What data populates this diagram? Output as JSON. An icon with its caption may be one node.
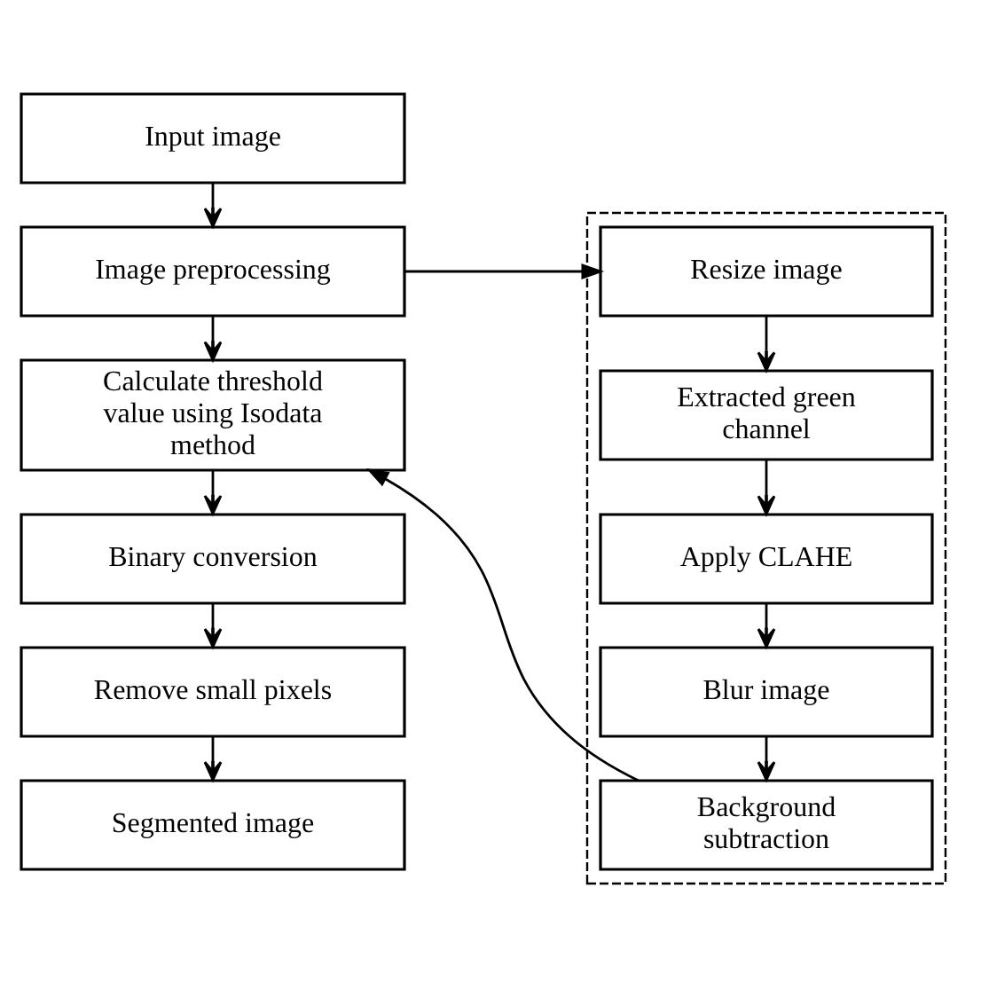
{
  "diagram": {
    "nodes": [
      {
        "text": [
          "Input image"
        ]
      },
      {
        "text": [
          "Image preprocessing"
        ]
      },
      {
        "text": [
          "Calculate threshold value using Isodata method"
        ]
      },
      {
        "text": [
          "Binary conversion"
        ]
      },
      {
        "text": [
          "Remove small pixels"
        ]
      },
      {
        "text": [
          "Segmented image"
        ]
      },
      {
        "text": [],
        "shape": "box"
      },
      {
        "text": [
          "Resize image"
        ],
        "in": 6
      },
      {
        "text": [
          "Extracted green channel"
        ],
        "in": 6
      },
      {
        "text": [
          "Apply CLAHE"
        ],
        "in": 6
      },
      {
        "text": [
          "Blur image"
        ],
        "in": 6
      },
      {
        "text": [
          "Background subtraction"
        ],
        "in": 6
      }
    ],
    "edges": [
      {
        "from": 0,
        "to": 1,
        "arrow": "to"
      },
      {
        "from": 1,
        "to": 2,
        "arrow": "to"
      },
      {
        "from": 2,
        "to": 3,
        "arrow": "to"
      },
      {
        "from": 3,
        "to": 4,
        "arrow": "to"
      },
      {
        "from": 4,
        "to": 5,
        "arrow": "to"
      },
      {
        "from": 1,
        "to": 7,
        "arrow": "to"
      },
      {
        "from": 7,
        "to": 8,
        "arrow": "to"
      },
      {
        "from": 8,
        "to": 9,
        "arrow": "to"
      },
      {
        "from": 9,
        "to": 10,
        "arrow": "to"
      },
      {
        "from": 10,
        "to": 11,
        "arrow": "to"
      },
      {
        "from": 11,
        "to": 2,
        "arrow": "to"
      }
    ]
  }
}
